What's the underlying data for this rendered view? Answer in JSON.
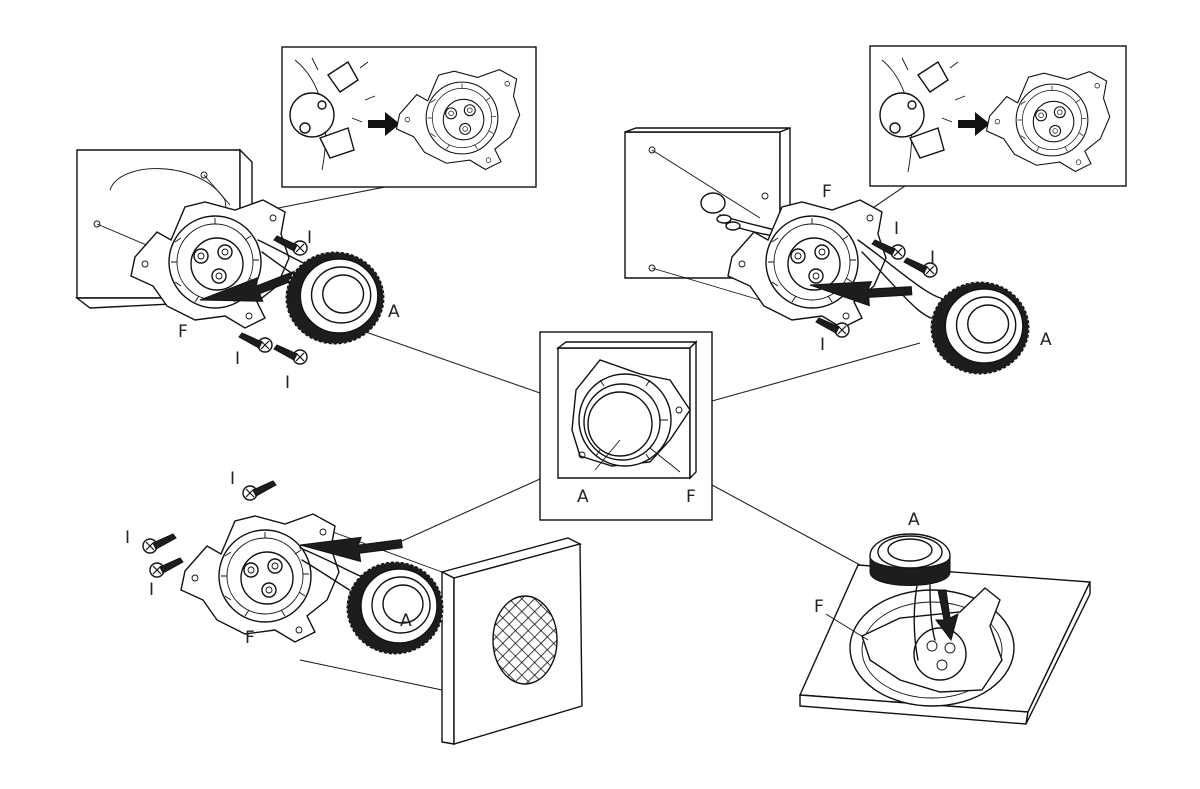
{
  "labels": {
    "A": "A",
    "F": "F",
    "I": "I"
  },
  "colors": {
    "ink": "#111111",
    "background": "#ffffff",
    "knob_ring": "#1d1d1d"
  },
  "icons": [
    "arrow-right-icon",
    "screw-icon",
    "knob-icon",
    "mounting-bracket-icon"
  ]
}
